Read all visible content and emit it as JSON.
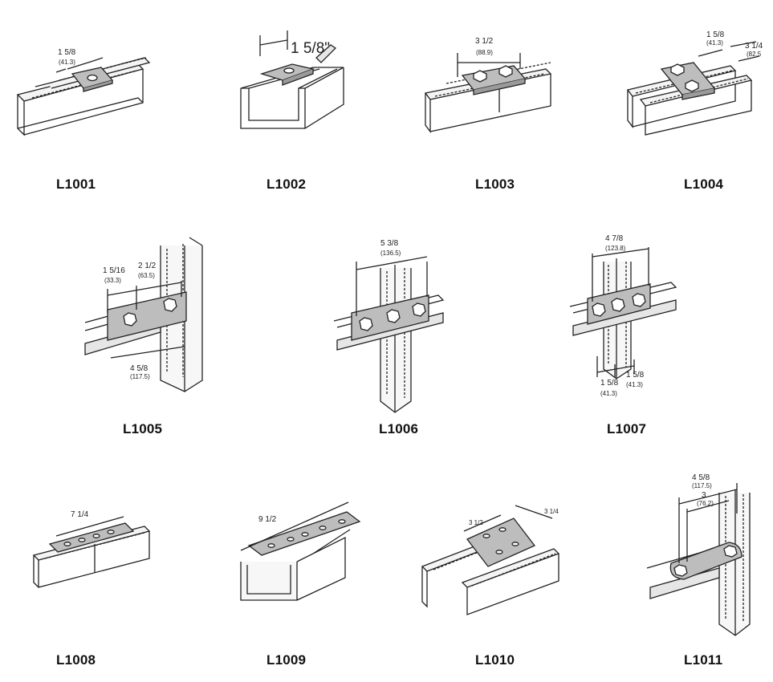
{
  "parts": [
    {
      "id": "L1001",
      "dims": [
        {
          "frac": "1 5/8",
          "mm": "(41.3)"
        }
      ]
    },
    {
      "id": "L1002",
      "dims": [
        {
          "frac": "1 5/8\"",
          "mm": ""
        }
      ]
    },
    {
      "id": "L1003",
      "dims": [
        {
          "frac": "3 1/2",
          "mm": "(88.9)"
        }
      ]
    },
    {
      "id": "L1004",
      "dims": [
        {
          "frac": "1 5/8",
          "mm": "(41.3)"
        },
        {
          "frac": "3 1/4",
          "mm": "(82.5"
        }
      ]
    },
    {
      "id": "L1005",
      "dims": [
        {
          "frac": "1 5/16",
          "mm": "(33.3)"
        },
        {
          "frac": "2 1/2",
          "mm": "(63.5)"
        },
        {
          "frac": "4 5/8",
          "mm": "(117.5)"
        }
      ]
    },
    {
      "id": "L1006",
      "dims": [
        {
          "frac": "5 3/8",
          "mm": "(136.5)"
        }
      ]
    },
    {
      "id": "L1007",
      "dims": [
        {
          "frac": "4 7/8",
          "mm": "(123.8)"
        },
        {
          "frac": "1 5/8",
          "mm": "(41.3)"
        },
        {
          "frac": "1 5/8",
          "mm": "(41.3)"
        }
      ]
    },
    {
      "id": "L1008",
      "dims": [
        {
          "frac": "7 1/4",
          "mm": ""
        }
      ]
    },
    {
      "id": "L1009",
      "dims": [
        {
          "frac": "9 1/2",
          "mm": ""
        }
      ]
    },
    {
      "id": "L1010",
      "dims": [
        {
          "frac": "3 1/2",
          "mm": ""
        },
        {
          "frac": "3 1/4",
          "mm": ""
        }
      ]
    },
    {
      "id": "L1011",
      "dims": [
        {
          "frac": "4 5/8",
          "mm": "(117.5)"
        },
        {
          "frac": "3",
          "mm": "(76.2)"
        }
      ]
    }
  ]
}
